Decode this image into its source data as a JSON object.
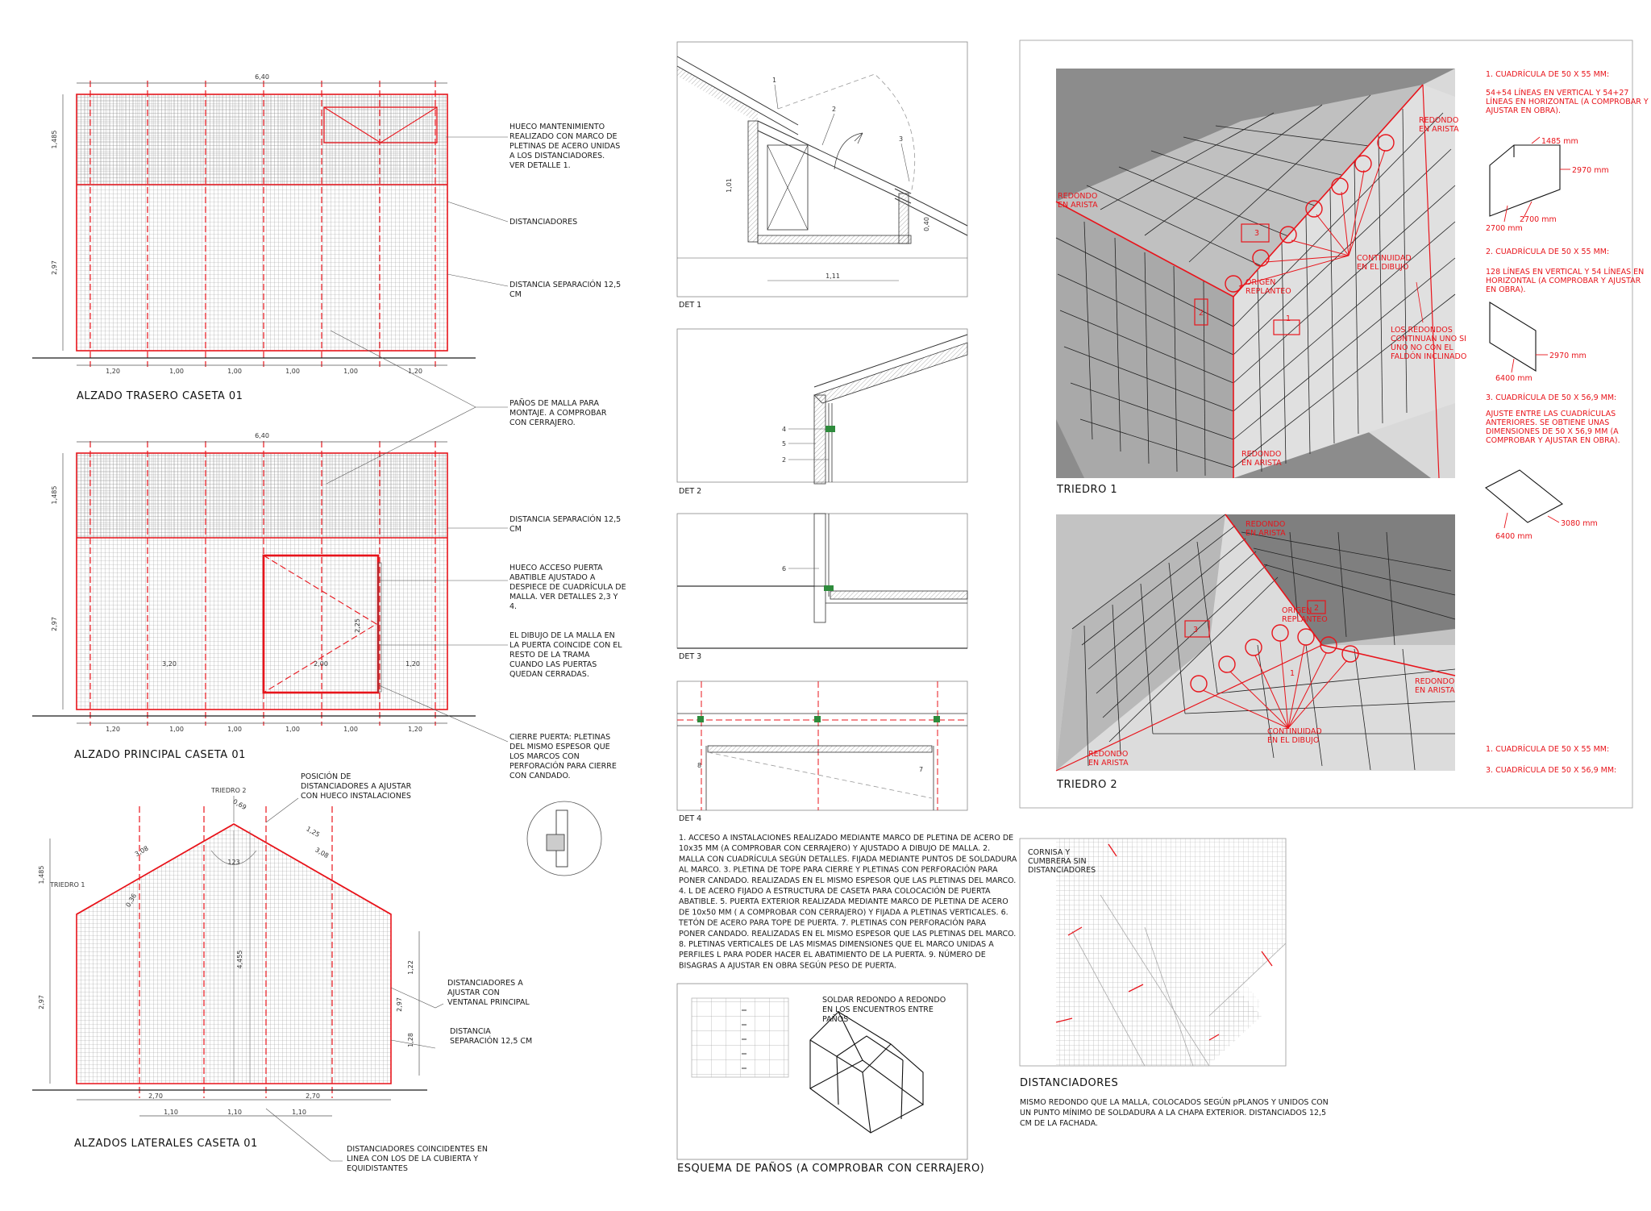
{
  "colors": {
    "accent_red": "#e8141b",
    "line_dark": "#1a1a1a",
    "triedro_bg": "#8c8c8c"
  },
  "elevations": {
    "trasero": {
      "title": "ALZADO TRASERO  CASETA 01",
      "width": "6,40",
      "h_top": "1,485",
      "h_bottom": "2,97",
      "bottom_dims": [
        "1,20",
        "1,00",
        "1,00",
        "1,00",
        "1,00",
        "1,20"
      ]
    },
    "principal": {
      "title": "ALZADO PRINCIPAL CASETA 01",
      "width": "6,40",
      "h_top": "1,485",
      "h_bottom": "2,97",
      "bottom_dims": [
        "1,20",
        "1,00",
        "1,00",
        "1,00",
        "1,00",
        "1,20"
      ],
      "door_w": "2,00",
      "door_h": "2,25",
      "left_dim": "3,20",
      "right_dim": "1,20"
    },
    "laterales": {
      "title": "ALZADOS LATERALES CASETA 01",
      "triedro1": "TRIEDRO 1",
      "triedro2": "TRIEDRO 2",
      "h_top": "1,485",
      "h_bottom": "2,97",
      "roof_l": "3,08",
      "roof_r": "3,08",
      "ridge": "0,69",
      "ridge_r": "1,25",
      "angle": "123",
      "gap": "0,36",
      "height_total": "4,455",
      "right_dims": [
        "1,22",
        "2,97",
        "1,28"
      ],
      "bottom_dims": [
        "2,70",
        "2,70"
      ],
      "bottom_dims2": [
        "1,10",
        "1,10",
        "1,10"
      ]
    }
  },
  "notes_left": {
    "n1": [
      "HUECO MANTENIMIENTO",
      "REALIZADO CON MARCO DE",
      "PLETINAS DE ACERO UNIDAS",
      "A LOS DISTANCIADORES.",
      "VER DETALLE 1."
    ],
    "n2": [
      "DISTANCIADORES"
    ],
    "n3": [
      "DISTANCIA SEPARACIÓN 12,5",
      "CM"
    ],
    "n4": [
      "PAÑOS DE MALLA PARA",
      "MONTAJE. A COMPROBAR",
      "CON CERRAJERO."
    ],
    "n5": [
      "DISTANCIA SEPARACIÓN 12,5",
      "CM"
    ],
    "n6": [
      "HUECO ACCESO PUERTA",
      "ABATIBLE AJUSTADO A",
      "DESPIECE DE CUADRÍCULA DE",
      "MALLA. VER DETALLES 2,3 Y",
      "4."
    ],
    "n7": [
      "EL DIBUJO DE LA MALLA EN",
      "LA PUERTA COINCIDE CON EL",
      "RESTO DE LA TRAMA",
      "CUANDO LAS PUERTAS",
      "QUEDAN CERRADAS."
    ],
    "n8": [
      "CIERRE PUERTA: PLETINAS",
      "DEL MISMO ESPESOR QUE",
      "LOS MARCOS CON",
      "PERFORACIÓN PARA CIERRE",
      "CON CANDADO."
    ],
    "n9": [
      "POSICIÓN DE",
      "DISTANCIADORES A AJUSTAR",
      "CON HUECO INSTALACIONES"
    ],
    "n10": [
      "DISTANCIADORES A",
      "AJUSTAR CON",
      "VENTANAL PRINCIPAL"
    ],
    "n11": [
      "DISTANCIA",
      "SEPARACIÓN 12,5 CM"
    ],
    "n12": [
      "DISTANCIADORES COINCIDENTES EN",
      "LINEA CON LOS DE LA CUBIERTA Y",
      "EQUIDISTANTES"
    ]
  },
  "details": {
    "det1": {
      "label": "DET 1",
      "n1": "1",
      "n2": "2",
      "n3": "3",
      "dim_h": "1,01",
      "dim_w": "1,11",
      "dim_s": "0,40"
    },
    "det2": {
      "label": "DET 2",
      "n4": "4",
      "n5": "5",
      "n2": "2"
    },
    "det3": {
      "label": "DET 3",
      "n6": "6"
    },
    "det4": {
      "label": "DET 4",
      "n8": "8",
      "n7": "7"
    },
    "legend": [
      "1. ACCESO A INSTALACIONES REALIZADO MEDIANTE MARCO DE PLETINA DE ACERO DE",
      "10x35 MM (A COMPROBAR CON CERRAJERO) Y AJUSTADO A DIBUJO DE MALLA. 2.",
      "MALLA CON CUADRÍCULA SEGÚN DETALLES. FIJADA MEDIANTE PUNTOS DE SOLDADURA",
      "AL MARCO. 3. PLETINA DE TOPE PARA CIERRE Y PLETINAS CON PERFORACIÓN PARA",
      "PONER CANDADO. REALIZADAS EN EL MISMO ESPESOR QUE LAS PLETINAS DEL MARCO.",
      "4. L DE ACERO FIJADO A ESTRUCTURA DE CASETA PARA COLOCACIÓN DE PUERTA",
      "ABATIBLE. 5. PUERTA EXTERIOR REALIZADA MEDIANTE MARCO DE PLETINA DE ACERO",
      "DE 10x50 MM ( A COMPROBAR CON CERRAJERO) Y FIJADA A PLETINAS VERTICALES. 6.",
      "TETÓN DE ACERO PARA TOPE DE PUERTA. 7. PLETINAS CON PERFORACIÓN PARA",
      "PONER CANDADO. REALIZADAS EN EL MISMO ESPESOR QUE LAS PLETINAS DEL MARCO.",
      "8. PLETINAS VERTICALES DE LAS MISMAS DIMENSIONES QUE EL MARCO UNIDAS A",
      "PERFILES L PARA PODER HACER EL ABATIMIENTO DE LA PUERTA. 9. NÚMERO DE",
      "BISAGRAS A AJUSTAR EN OBRA SEGÚN PESO DE PUERTA."
    ],
    "esquema_title": "ESQUEMA DE PAÑOS (A COMPROBAR CON CERRAJERO)",
    "esquema_note": [
      "SOLDAR REDONDO A REDONDO",
      "EN LOS ENCUENTROS ENTRE",
      "PAÑOS"
    ]
  },
  "triedro1": {
    "title": "TRIEDRO 1",
    "labels": {
      "redondo_top": [
        "REDONDO",
        "EN ARISTA"
      ],
      "redondo_left": [
        "REDONDO",
        "EN ARISTA"
      ],
      "redondo_bottom": [
        "REDONDO",
        "EN ARISTA"
      ],
      "origen": [
        "ORIGEN",
        "REPLANTEO"
      ],
      "continuidad": [
        "CONTINUIDAD",
        "EN EL DIBUJO"
      ],
      "redondos": [
        "LOS REDONDOS",
        "CONTINUAN UNO SI",
        "UNO NO CON EL",
        "FALDÓN INCLINADO"
      ],
      "n1": "1",
      "n2": "2",
      "n3": "3"
    }
  },
  "triedro2": {
    "title": "TRIEDRO 2",
    "labels": {
      "redondo_top": [
        "REDONDO",
        "EN ARISTA"
      ],
      "redondo_right": [
        "REDONDO",
        "EN ARISTA"
      ],
      "redondo_bottom": [
        "REDONDO",
        "EN ARISTA"
      ],
      "origen": [
        "ORIGEN",
        "REPLANTEO"
      ],
      "continuidad": [
        "CONTINUIDAD",
        "EN EL DIBUJO"
      ],
      "n1": "1",
      "n2": "2",
      "n3": "3"
    }
  },
  "cuadriculas": {
    "c1_title": "1. CUADRÍCULA DE 50 X 55 MM:",
    "c1_desc": [
      "54+54 LÍNEAS EN VERTICAL Y 54+27",
      "LÍNEAS EN HORIZONTAL (A COMPROBAR Y",
      "AJUSTAR EN OBRA)."
    ],
    "c1_dims": [
      "1485 mm",
      "2970 mm",
      "2700 mm",
      "2700 mm"
    ],
    "c2_title": "2. CUADRÍCULA DE 50 X 55 MM:",
    "c2_desc": [
      "128 LÍNEAS EN VERTICAL Y 54 LÍNEAS EN",
      "HORIZONTAL (A COMPROBAR Y AJUSTAR",
      "EN OBRA)."
    ],
    "c2_dims": [
      "2970 mm",
      "6400 mm"
    ],
    "c3_title": "3. CUADRÍCULA DE 50 X 56,9 MM:",
    "c3_desc": [
      "AJUSTE ENTRE LAS CUADRÍCULAS",
      "ANTERIORES. SE OBTIENE UNAS",
      "DIMENSIONES DE 50 X 56,9 MM (A",
      "COMPROBAR Y AJUSTAR EN OBRA)."
    ],
    "c3_dims": [
      "3080 mm",
      "6400 mm"
    ],
    "t2_c1": "1. CUADRÍCULA DE 50 X 55 MM:",
    "t2_c3": "3. CUADRÍCULA DE 50 X 56,9 MM:"
  },
  "distanciadores": {
    "label": [
      "CORNISA Y",
      "CUMBRERA SIN",
      "DISTANCIADORES"
    ],
    "title": "DISTANCIADORES",
    "desc": [
      "MISMO REDONDO QUE LA MALLA, COLOCADOS SEGÚN pPLANOS Y UNIDOS CON",
      "UN PUNTO MÍNIMO DE SOLDADURA A LA CHAPA EXTERIOR. DISTANCIADOS 12,5",
      "CM DE LA FACHADA."
    ]
  }
}
